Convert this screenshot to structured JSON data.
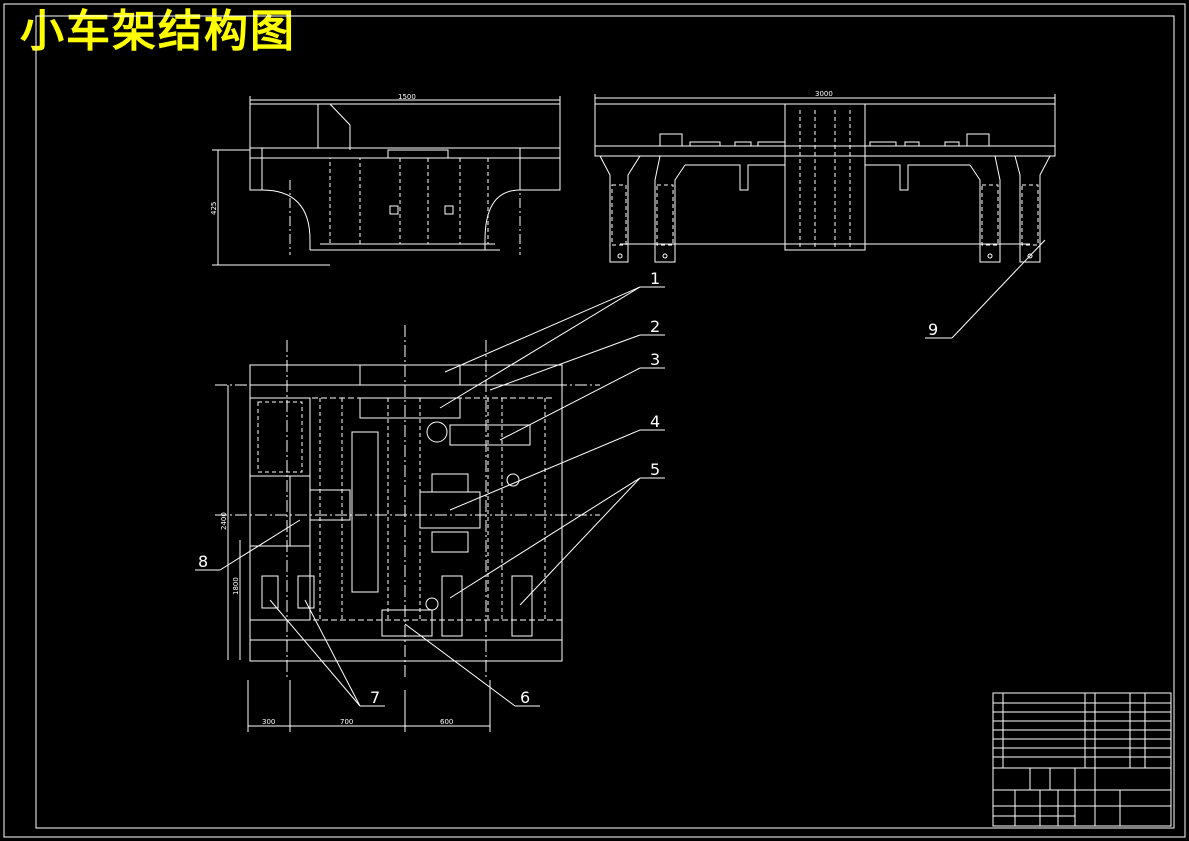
{
  "title": "小车架结构图",
  "colors": {
    "background": "#000000",
    "lines": "#ffffff",
    "title": "#ffff00"
  },
  "dimensions": {
    "side_width": "1500",
    "side_height": "425",
    "front_width": "3000",
    "plan_height_total": "2400",
    "plan_height_part": "1800",
    "plan_bottom_1": "300",
    "plan_bottom_2": "700",
    "plan_bottom_3": "600"
  },
  "callouts": [
    "1",
    "2",
    "3",
    "4",
    "5",
    "6",
    "7",
    "8",
    "9"
  ]
}
